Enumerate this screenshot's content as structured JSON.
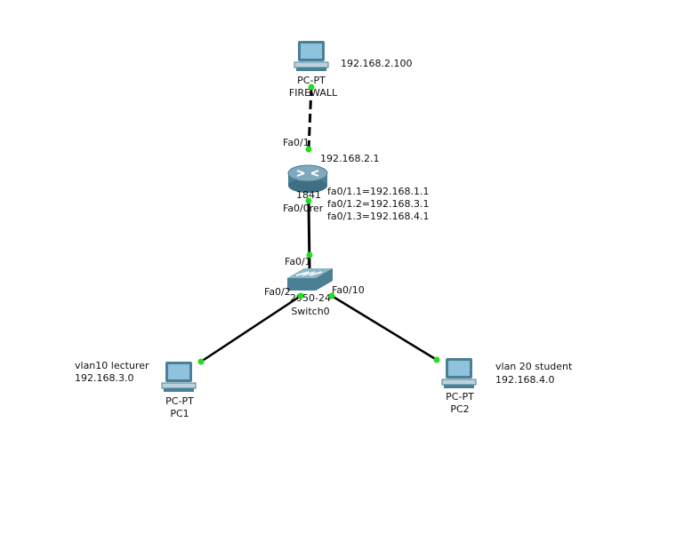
{
  "colors": {
    "link": "#000000",
    "port_up": "#22dd22",
    "device_body": "#4a7f95",
    "device_light": "#bcd3de",
    "screen": "#8fc3dd"
  },
  "devices": {
    "firewall_pc": {
      "icon": "pc-icon",
      "model": "PC-PT",
      "name": "FIREWALL",
      "ip_note": "192.168.2.100"
    },
    "router": {
      "icon": "router-icon",
      "model": "1841",
      "name_partial": "Fa0/0rer",
      "ip_note": "192.168.2.1",
      "subinterfaces": [
        "fa0/1.1=192.168.1.1",
        "fa0/1.2=192.168.3.1",
        "fa0/1.3=192.168.4.1"
      ]
    },
    "switch": {
      "icon": "switch-icon",
      "model": "2950-24",
      "name": "Switch0"
    },
    "pc1": {
      "icon": "pc-icon",
      "model": "PC-PT",
      "name": "PC1",
      "note_lines": [
        "vlan10 lecturer",
        "192.168.3.0"
      ]
    },
    "pc2": {
      "icon": "pc-icon",
      "model": "PC-PT",
      "name": "PC2",
      "note_lines": [
        "vlan 20 student",
        "192.168.4.0"
      ]
    }
  },
  "ports": {
    "router_top": "Fa0/1",
    "switch_top": "Fa0/1",
    "switch_left": "Fa0/2",
    "switch_right": "Fa0/10"
  }
}
